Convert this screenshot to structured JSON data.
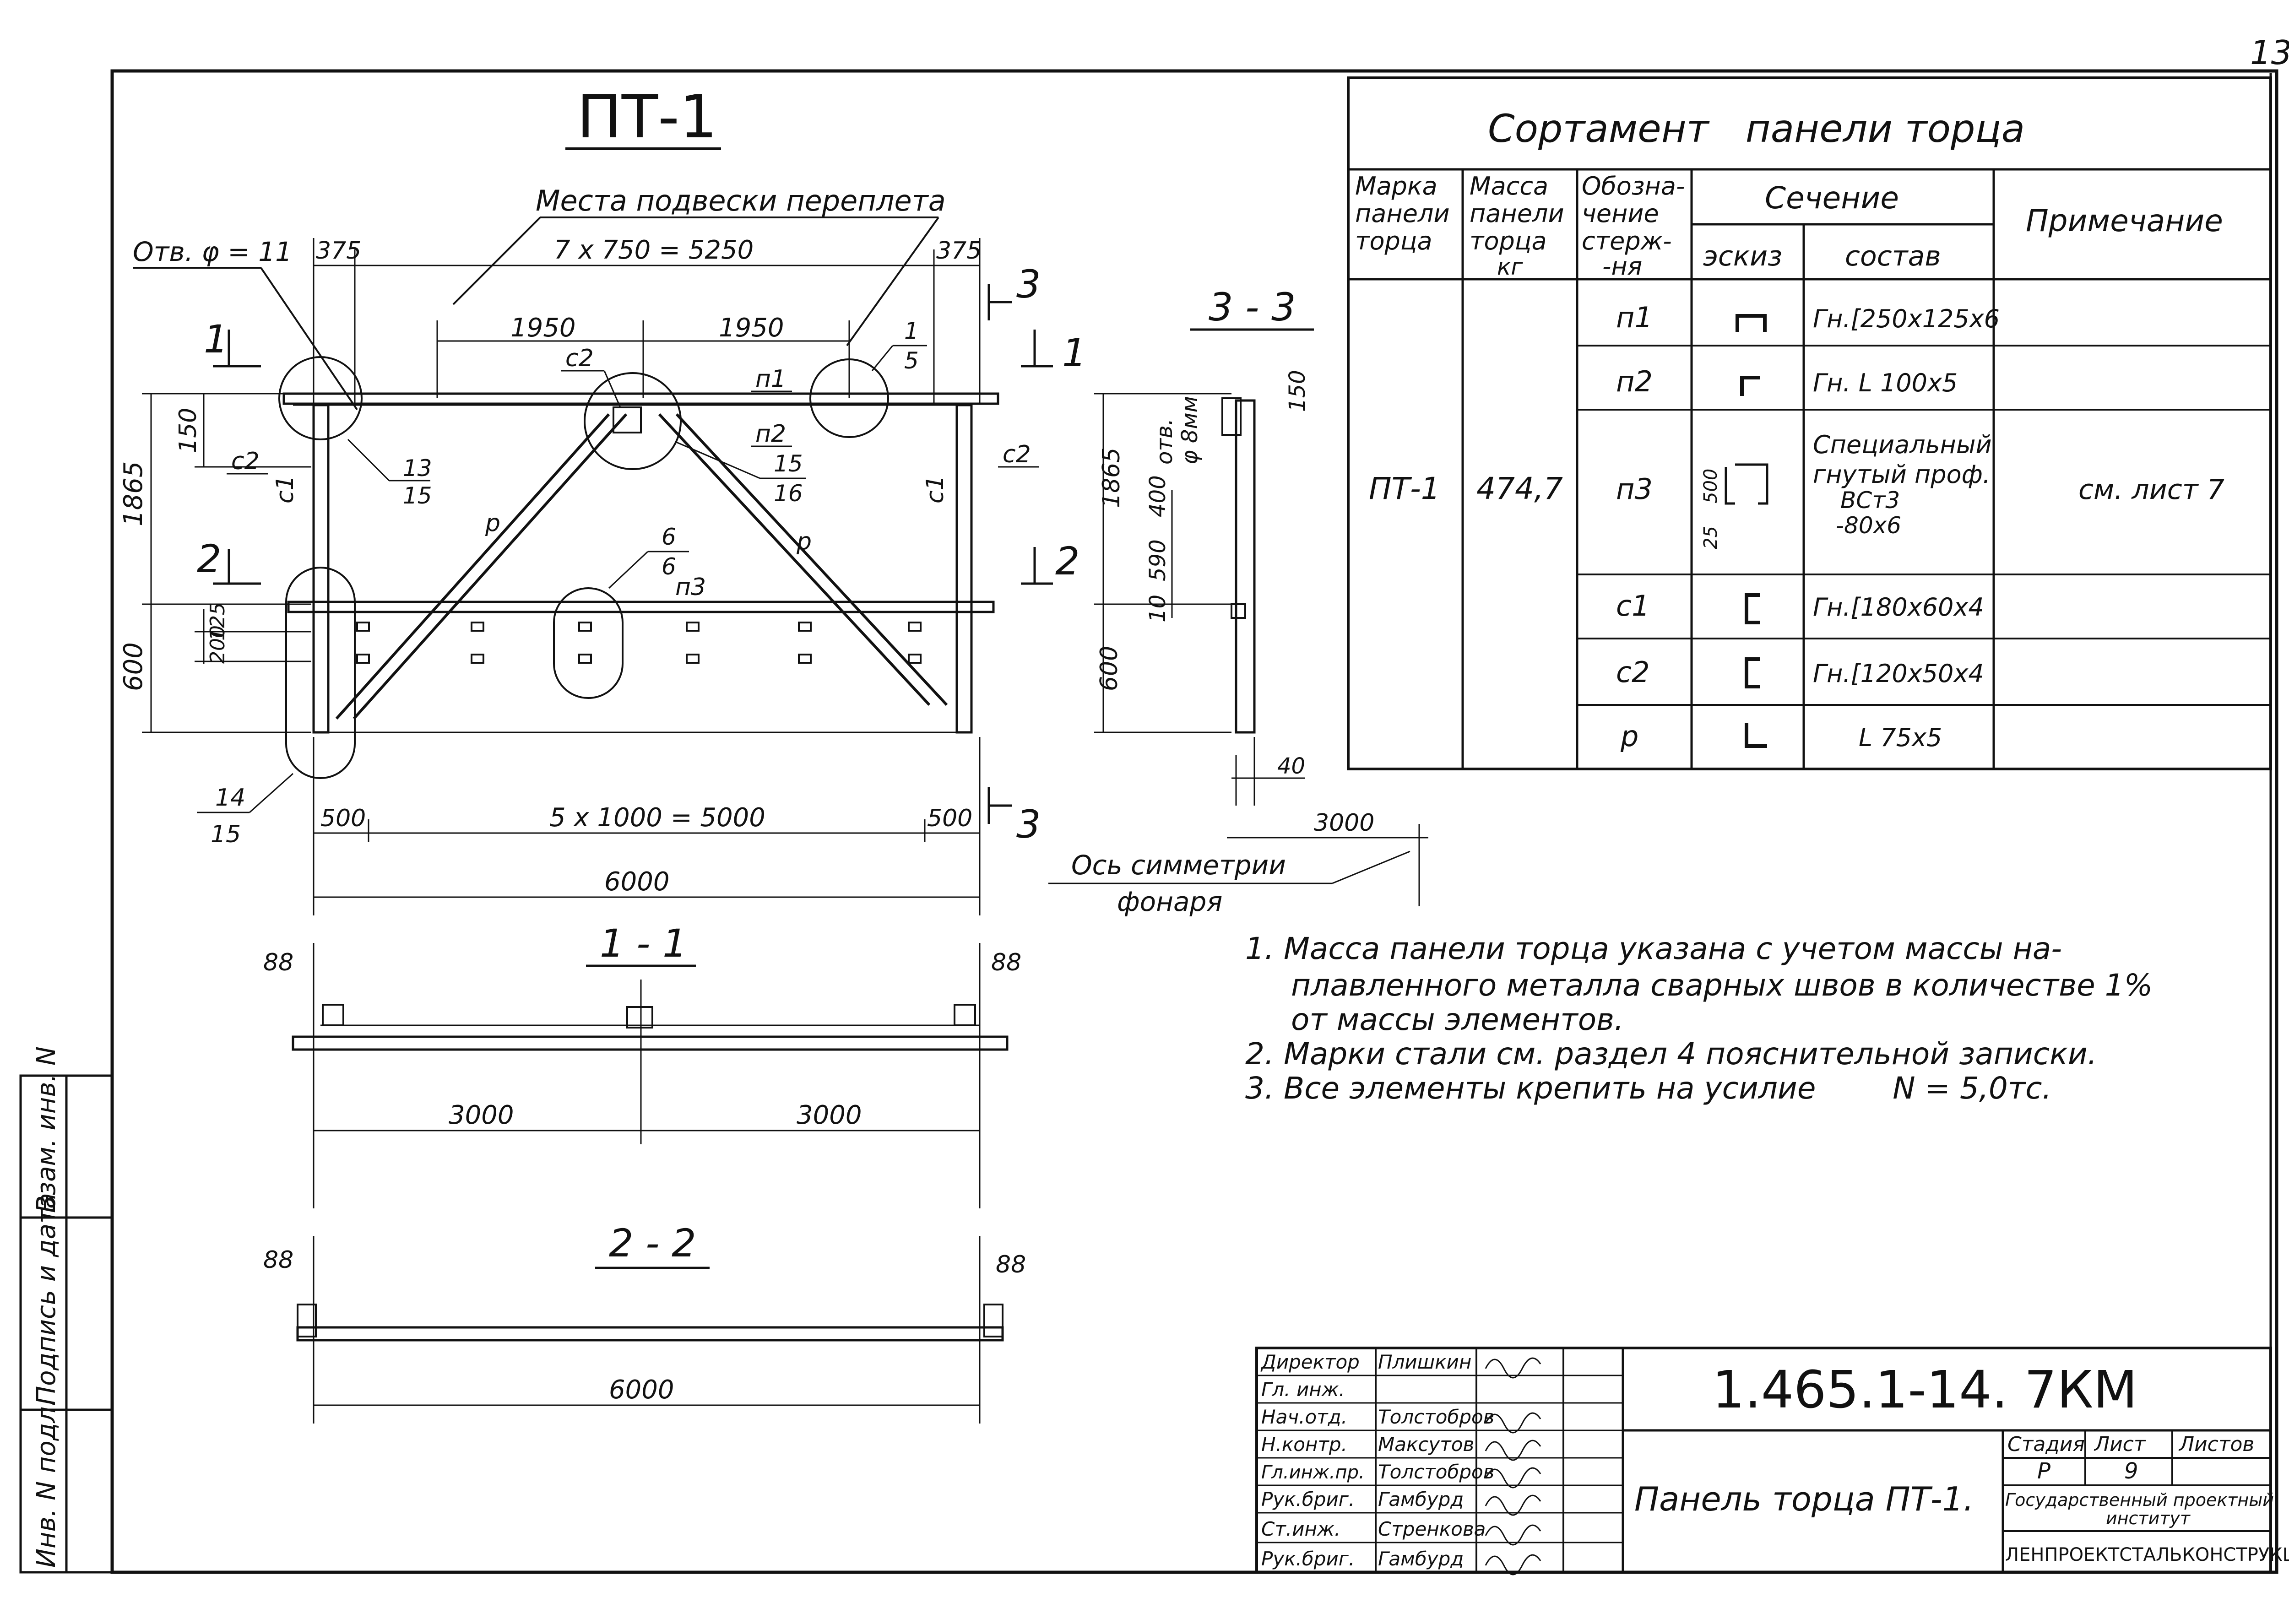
{
  "page_number": "13",
  "drawing": {
    "title": "ПТ-1",
    "hanging_note": "Места подвески переплета",
    "hole_note": "Отв. φ = 11",
    "dims": {
      "top_left": "375",
      "top_right": "375",
      "top_span": "7 x 750 = 5250",
      "mid_left": "1950",
      "mid_right": "1950",
      "h_total": "1865",
      "h_150": "150",
      "h_600": "600",
      "h_125": "125",
      "h_200": "200",
      "bottom_left": "500",
      "bottom_span": "5 x 1000 = 5000",
      "bottom_right": "500",
      "total": "6000"
    },
    "labels": {
      "c1_left": "с1",
      "c1_right": "с1",
      "c2_left": "с2",
      "c2_right": "с2",
      "c2_top": "с2",
      "p_left": "р",
      "p_right": "р",
      "n1": "п1",
      "n2": "п2",
      "n3": "п3"
    },
    "nodes": {
      "n13_15_top": "13",
      "n13_15_bot": "15",
      "n15_16_top": "15",
      "n15_16_bot": "16",
      "n1_5_top": "1",
      "n1_5_bot": "5",
      "n6_6_top": "6",
      "n6_6_bot": "6",
      "n14_15_top": "14",
      "n14_15_bot": "15"
    },
    "section_marks": {
      "s1": "1",
      "s2": "2",
      "s3": "3"
    }
  },
  "section33": {
    "title": "3 - 3",
    "d_150": "150",
    "d_1865": "1865",
    "d_400": "400",
    "d_590": "590",
    "d_10": "10",
    "d_600": "600",
    "hole": "отв.",
    "hole_d": "φ 8мм",
    "d_40": "40",
    "d_3000": "3000",
    "axis_l1": "Ось симметрии",
    "axis_l2": "фонаря"
  },
  "section11": {
    "title": "1 - 1",
    "left": "88",
    "right": "88",
    "half_l": "3000",
    "half_r": "3000"
  },
  "section22": {
    "title": "2 - 2",
    "left": "88",
    "right": "88",
    "total": "6000"
  },
  "table": {
    "title": "Сортамент   панели торца",
    "headers": {
      "mark": [
        "Марка",
        "панели",
        "торца"
      ],
      "mass": [
        "Масса",
        "панели",
        "торца",
        "кг"
      ],
      "desig": [
        "Обозна-",
        "чение",
        "стерж-",
        "-ня"
      ],
      "section": "Сечение",
      "sketch": "эскиз",
      "composition": "состав",
      "note": "Примечание"
    },
    "mark_value": "ПТ-1",
    "mass_value": "474,7",
    "note_value": "см. лист 7",
    "rows": [
      {
        "desig": "п1",
        "comp": "Гн.[250x125x6"
      },
      {
        "desig": "п2",
        "comp": "Гн. L 100x5"
      },
      {
        "desig": "п3",
        "comp_lines": [
          "Специальный",
          "гнутый проф.",
          "ВСт3",
          "-80x6"
        ],
        "sketch_500": "500",
        "sketch_25": "25"
      },
      {
        "desig": "с1",
        "comp": "Гн.[180x60x4"
      },
      {
        "desig": "с2",
        "comp": "Гн.[120x50x4"
      },
      {
        "desig": "р",
        "comp": "L 75x5"
      }
    ]
  },
  "notes": [
    "1. Масса панели торца указана с учетом массы на-",
    "плавленного металла сварных швов в количестве 1%",
    "от массы элементов.",
    "2. Марки стали см. раздел 4 пояснительной записки.",
    "3. Все элементы крепить на усилие        N = 5,0тс."
  ],
  "side_stamp": [
    "Инв. N подл.",
    "Подпись и дата",
    "Взам. инв. N"
  ],
  "title_block": {
    "code": "1.465.1-14. 7КМ",
    "name": "Панель торца ПТ-1.",
    "stage_label": "Стадия",
    "sheet_label": "Лист",
    "sheets_label": "Листов",
    "stage": "Р",
    "sheet": "9",
    "sheets": "",
    "org_line1": "Государственный проектный",
    "org_line2": "институт",
    "org_line3": "ЛЕНПРОЕКТСТАЛЬКОНСТРУКЦИЯ",
    "people": [
      {
        "role": "Директор",
        "name": "Плишкин"
      },
      {
        "role": "Гл. инж.",
        "name": ""
      },
      {
        "role": "Нач.отд.",
        "name": "Толстобров"
      },
      {
        "role": "Н.контр.",
        "name": "Максутов"
      },
      {
        "role": "Гл.инж.пр.",
        "name": "Толстобров"
      },
      {
        "role": "Рук.бриг.",
        "name": "Гамбурд"
      },
      {
        "role": "Ст.инж.",
        "name": "Стренкова"
      },
      {
        "role": "Рук.бриг.",
        "name": "Гамбурд"
      }
    ]
  }
}
